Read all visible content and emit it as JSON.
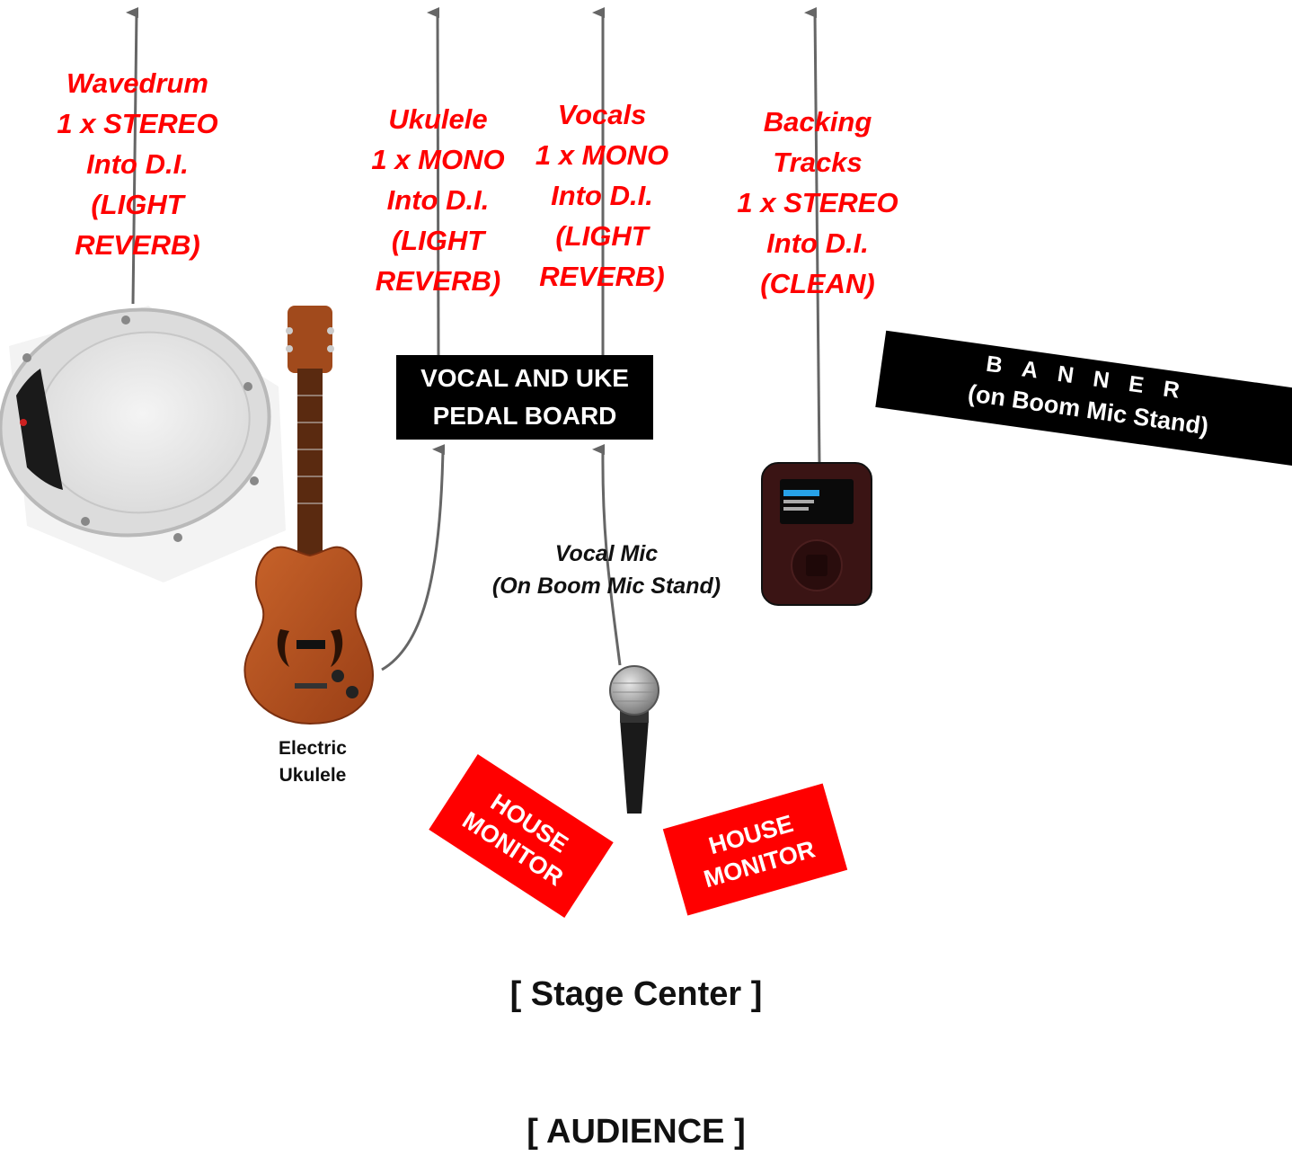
{
  "labels": {
    "wavedrum": "Wavedrum\n1 x STEREO\nInto D.I.\n(LIGHT\nREVERB)",
    "ukulele": "Ukulele\n1 x MONO\nInto D.I.\n(LIGHT\nREVERB)",
    "vocals": "Vocals\n1 x MONO\nInto D.I.\n(LIGHT\nREVERB)",
    "backing": "Backing\nTracks\n1 x STEREO\nInto D.I.\n(CLEAN)"
  },
  "pedal_board": "VOCAL AND UKE\nPEDAL BOARD",
  "banner": {
    "line1": "BANNER",
    "line2": "(on Boom Mic Stand)"
  },
  "vocal_mic_label": "Vocal Mic\n(On Boom Mic Stand)",
  "electric_ukulele_label": "Electric\nUkulele",
  "monitors": {
    "left": "HOUSE\nMONITOR",
    "right": "HOUSE\nMONITOR"
  },
  "stage_center": "[ Stage Center ]",
  "audience": "[ AUDIENCE ]",
  "colors": {
    "label_red": "#ff0000",
    "arrow": "#666666",
    "box": "#000000"
  }
}
